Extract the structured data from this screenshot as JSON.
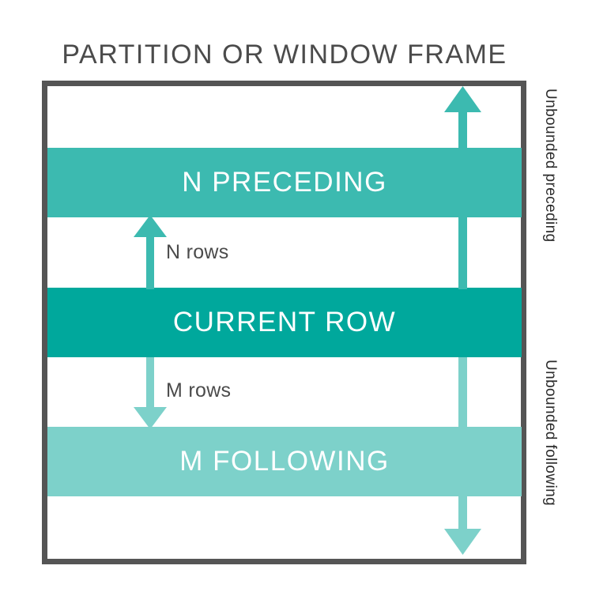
{
  "diagram": {
    "title": "PARTITION OR WINDOW FRAME",
    "bands": [
      {
        "id": "n-preceding",
        "label": "N PRECEDING",
        "color": "#3cbab0"
      },
      {
        "id": "current-row",
        "label": "CURRENT ROW",
        "color": "#00a89c"
      },
      {
        "id": "m-following",
        "label": "M FOLLOWING",
        "color": "#7dd1ca"
      }
    ],
    "inner_arrows": [
      {
        "id": "n-rows",
        "label": "N rows",
        "direction": "up",
        "color": "#3cbab0"
      },
      {
        "id": "m-rows",
        "label": "M rows",
        "direction": "down",
        "color": "#7dd1ca"
      }
    ],
    "side_labels": [
      {
        "id": "unbounded-preceding",
        "label": "Unbounded preceding"
      },
      {
        "id": "unbounded-following",
        "label": "Unbounded following"
      }
    ],
    "range_arrows": [
      {
        "id": "unbounded-preceding-arrow",
        "direction": "up",
        "color": "#3cbab0"
      },
      {
        "id": "unbounded-following-arrow",
        "direction": "down",
        "color": "#7dd1ca"
      }
    ],
    "frame": {
      "border_color": "#555555",
      "background": "#ffffff"
    },
    "text_color": "#4b4b4b"
  }
}
